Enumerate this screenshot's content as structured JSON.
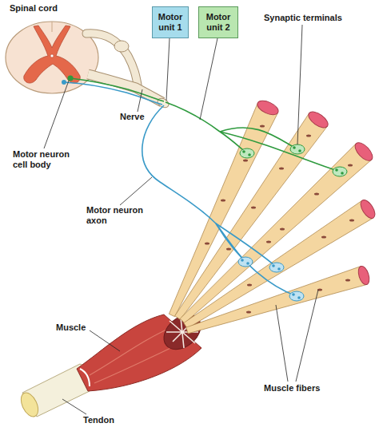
{
  "diagram": {
    "nodes": [
      {
        "text": [
          "Motor unit 1"
        ]
      },
      {
        "text": [
          "Motor unit 2"
        ]
      }
    ],
    "labels": [
      "Spinal cord",
      "Synaptic terminals",
      "Nerve",
      "Motor neuron cell body",
      "Motor neuron axon",
      "Muscle",
      "Muscle fibers",
      "Tendon"
    ]
  }
}
